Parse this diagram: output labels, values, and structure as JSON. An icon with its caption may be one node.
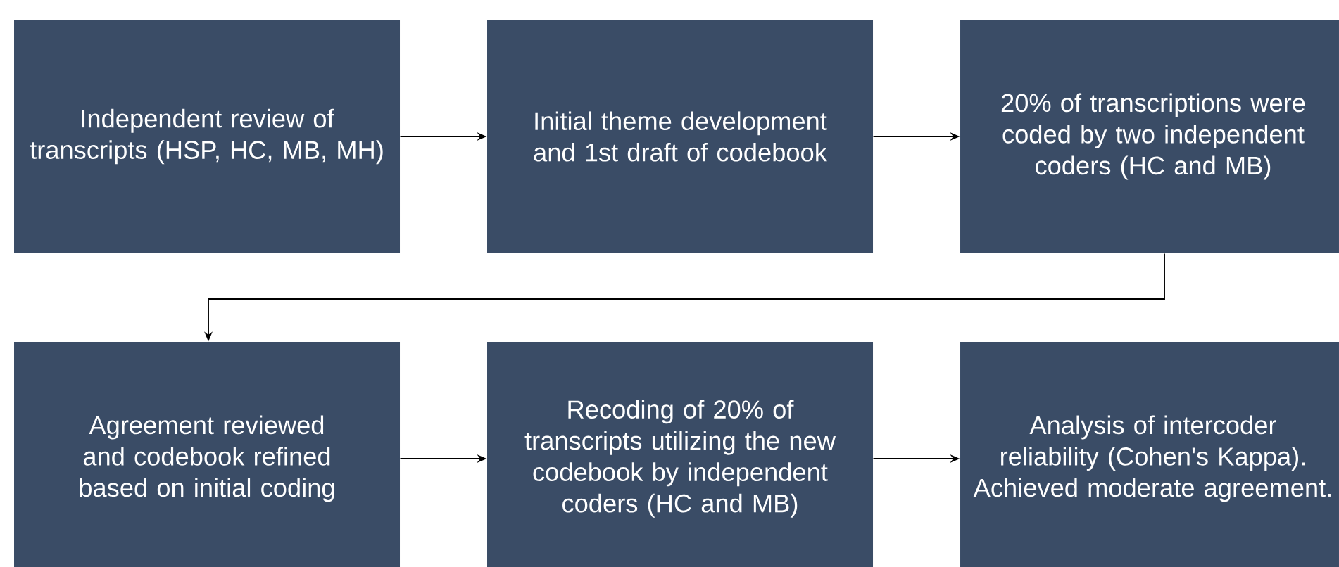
{
  "diagram": {
    "nodes": [
      {
        "text": [
          "Independent review of transcripts (HSP, HC, MB, MH)"
        ]
      },
      {
        "text": [
          "Initial theme development and 1st draft of codebook"
        ]
      },
      {
        "text": [
          "20% of transcriptions were coded by two independent coders (HC and MB)"
        ]
      },
      {
        "text": [
          "Agreement reviewed and codebook refined based on initial coding"
        ]
      },
      {
        "text": [
          "Recoding of 20% of transcripts utilizing the new codebook by independent coders (HC and MB)"
        ]
      },
      {
        "text": [
          "Analysis of intercoder reliability (Cohen's Kappa). Achieved moderate agreement."
        ]
      }
    ],
    "edges": [
      {
        "from": 0,
        "to": 1,
        "arrow": "to"
      },
      {
        "from": 1,
        "to": 2,
        "arrow": "to"
      },
      {
        "from": 2,
        "to": 3,
        "arrow": "to"
      },
      {
        "from": 3,
        "to": 4,
        "arrow": "to"
      },
      {
        "from": 4,
        "to": 5,
        "arrow": "to"
      }
    ]
  }
}
